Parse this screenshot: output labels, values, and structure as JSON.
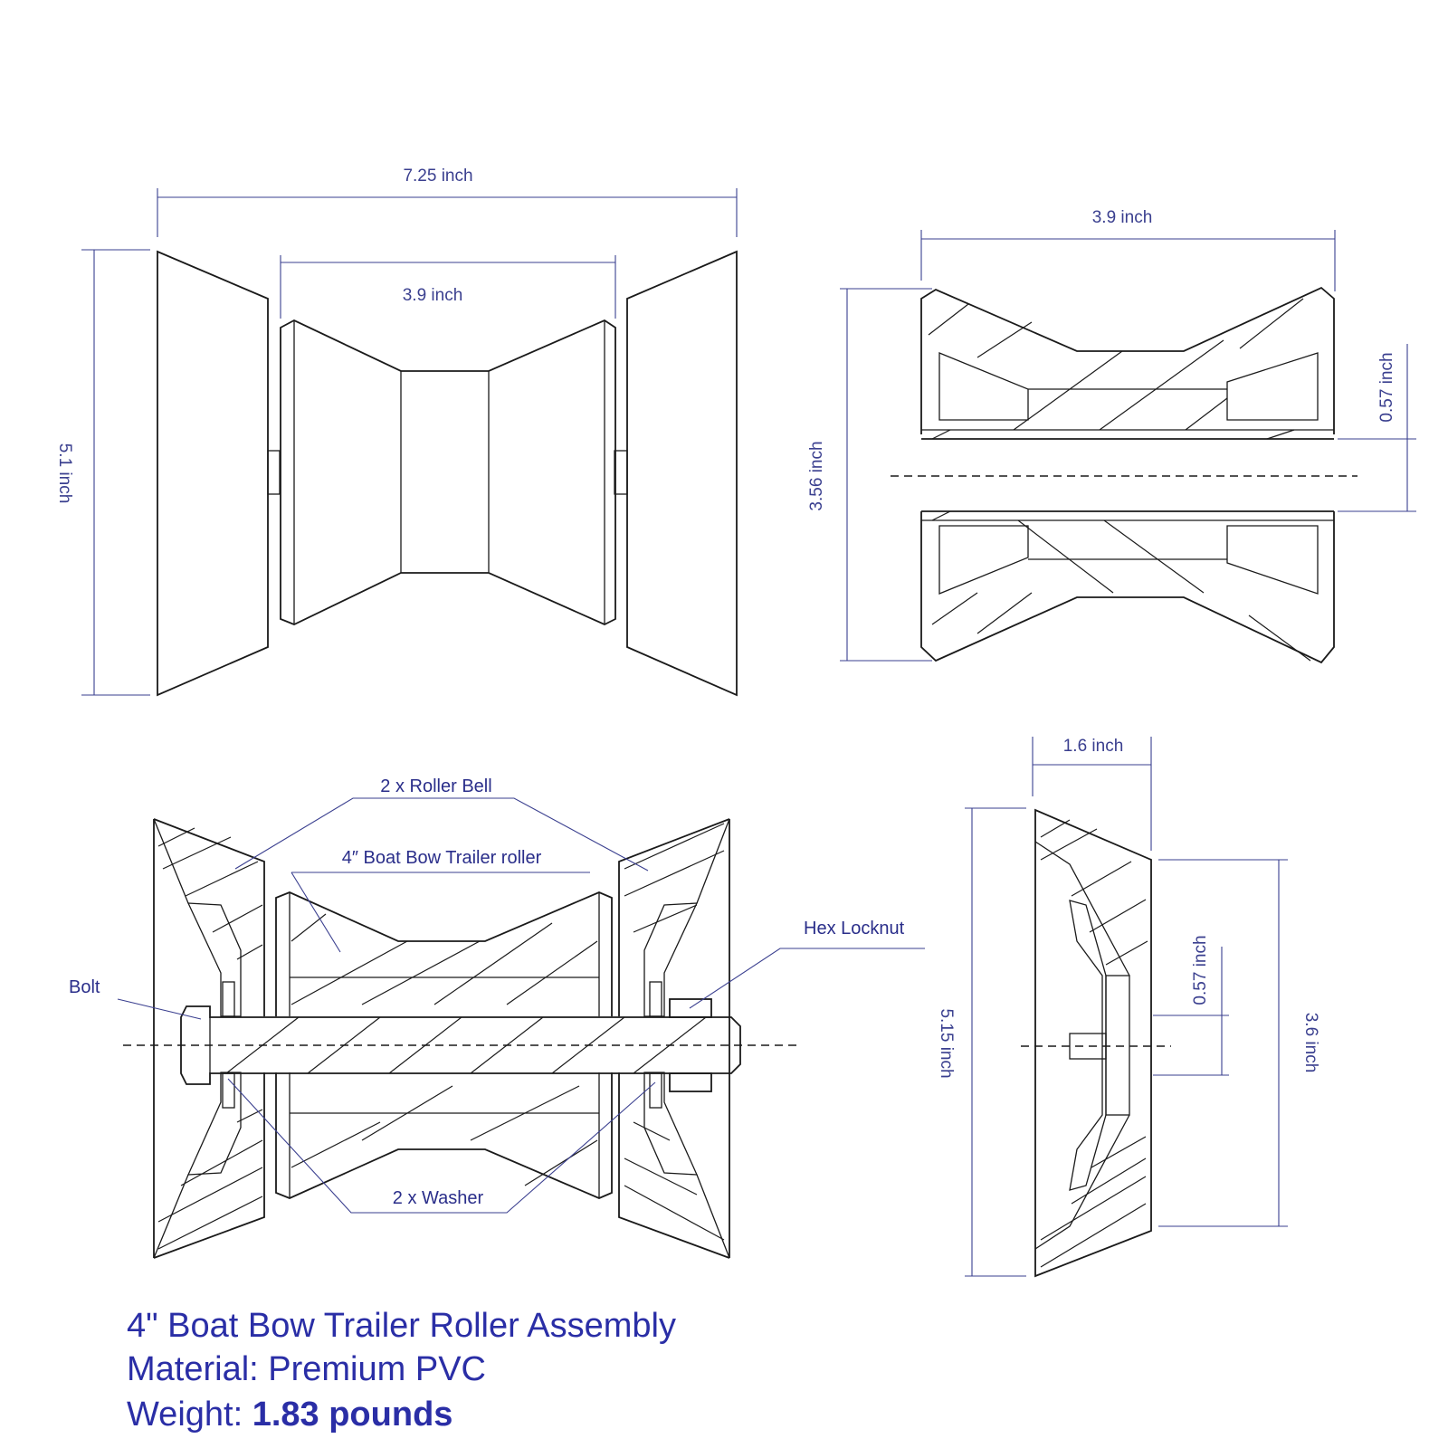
{
  "views": {
    "front": {
      "overall_width": "7.25 inch",
      "center_width": "3.9 inch",
      "overall_height": "5.1 inch"
    },
    "section": {
      "width": "3.9 inch",
      "height": "3.56 inch",
      "bore": "0.57 inch"
    },
    "assembly": {
      "roller_bell": "2 x Roller Bell",
      "roller": "4″ Boat Bow Trailer roller",
      "hex_locknut": "Hex Locknut",
      "bolt": "Bolt",
      "washer": "2 x Washer"
    },
    "bell_section": {
      "width": "1.6 inch",
      "height": "5.15 inch",
      "bore": "0.57 inch",
      "inner_height": "3.6 inch"
    }
  },
  "info": {
    "title": "4\" Boat Bow Trailer Roller Assembly",
    "material": "Material: Premium PVC",
    "weight_label": "Weight:",
    "weight_value": "1.83 pounds"
  },
  "colors": {
    "ink": "#1a1a1a",
    "dimension": "#3a3f8f",
    "info_text": "#2a2ea6"
  }
}
